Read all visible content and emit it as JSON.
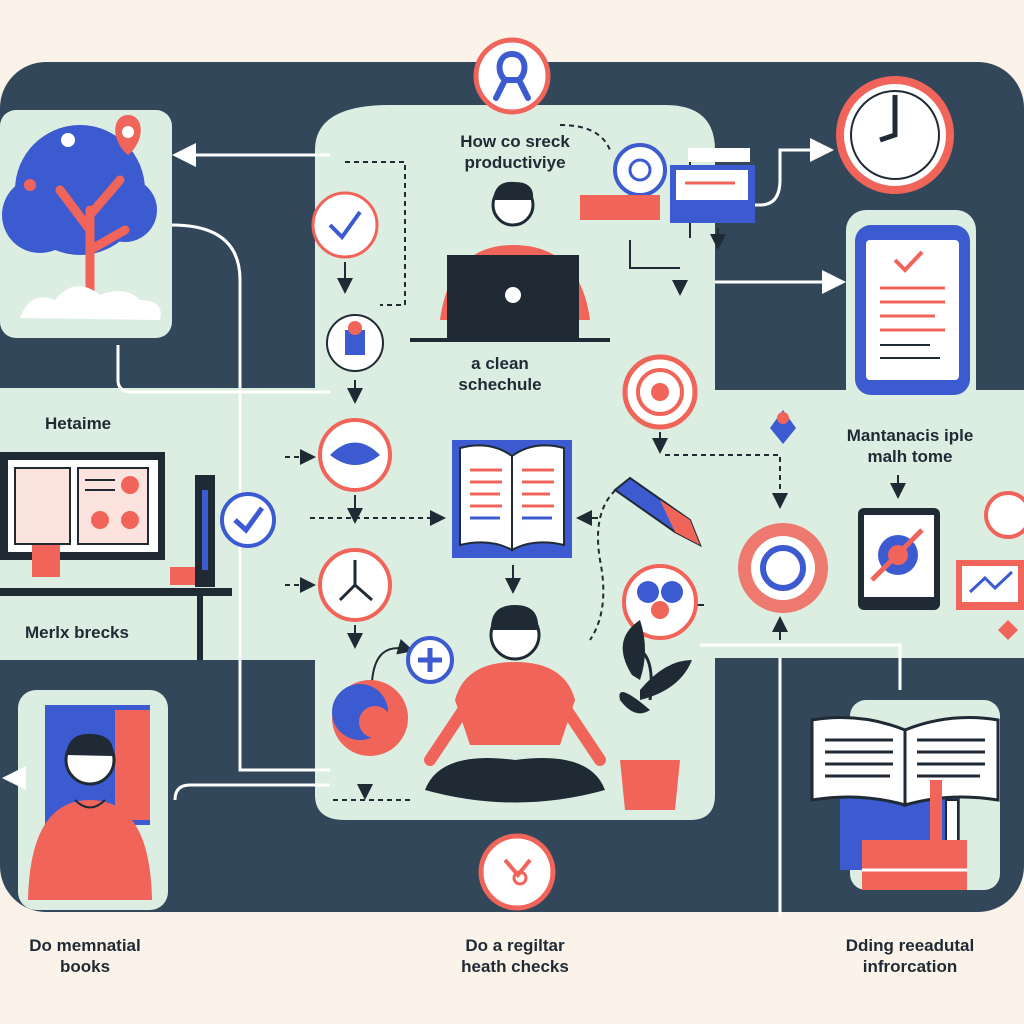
{
  "labels": {
    "center_title": "How co sreck\nproductiviye",
    "schedule": "a clean\nschechule",
    "left_panel": "Hetaime",
    "breaks": "Merlx brecks",
    "right_panel": "Mantanacis iple\nmalh tome",
    "bottom_left": "Do memnatial\nbooks",
    "bottom_center": "Do a regiltar\nheath checks",
    "bottom_right": "Dding reeadutal\ninfrorcation"
  },
  "colors": {
    "background": "#fbf3ea",
    "board": "#33475b",
    "panel": "#dceee2",
    "accent_red": "#f0645a",
    "accent_blue": "#3d5bd0",
    "ink": "#1f2a35"
  },
  "icons": [
    "ribbon-icon",
    "tree-icon",
    "clock-icon",
    "tablet-icon",
    "chat-icon",
    "document-icon",
    "laptop-person-icon",
    "target-icon",
    "book-icon",
    "pen-icon",
    "monitor-icon",
    "checkmark-icon",
    "stopwatch-icon",
    "plus-icon",
    "gear-icon",
    "meditating-person-icon",
    "plant-icon",
    "settings-gear-icon",
    "tablet-gear-icon",
    "reading-person-icon",
    "open-book-icon",
    "analytics-icon"
  ]
}
